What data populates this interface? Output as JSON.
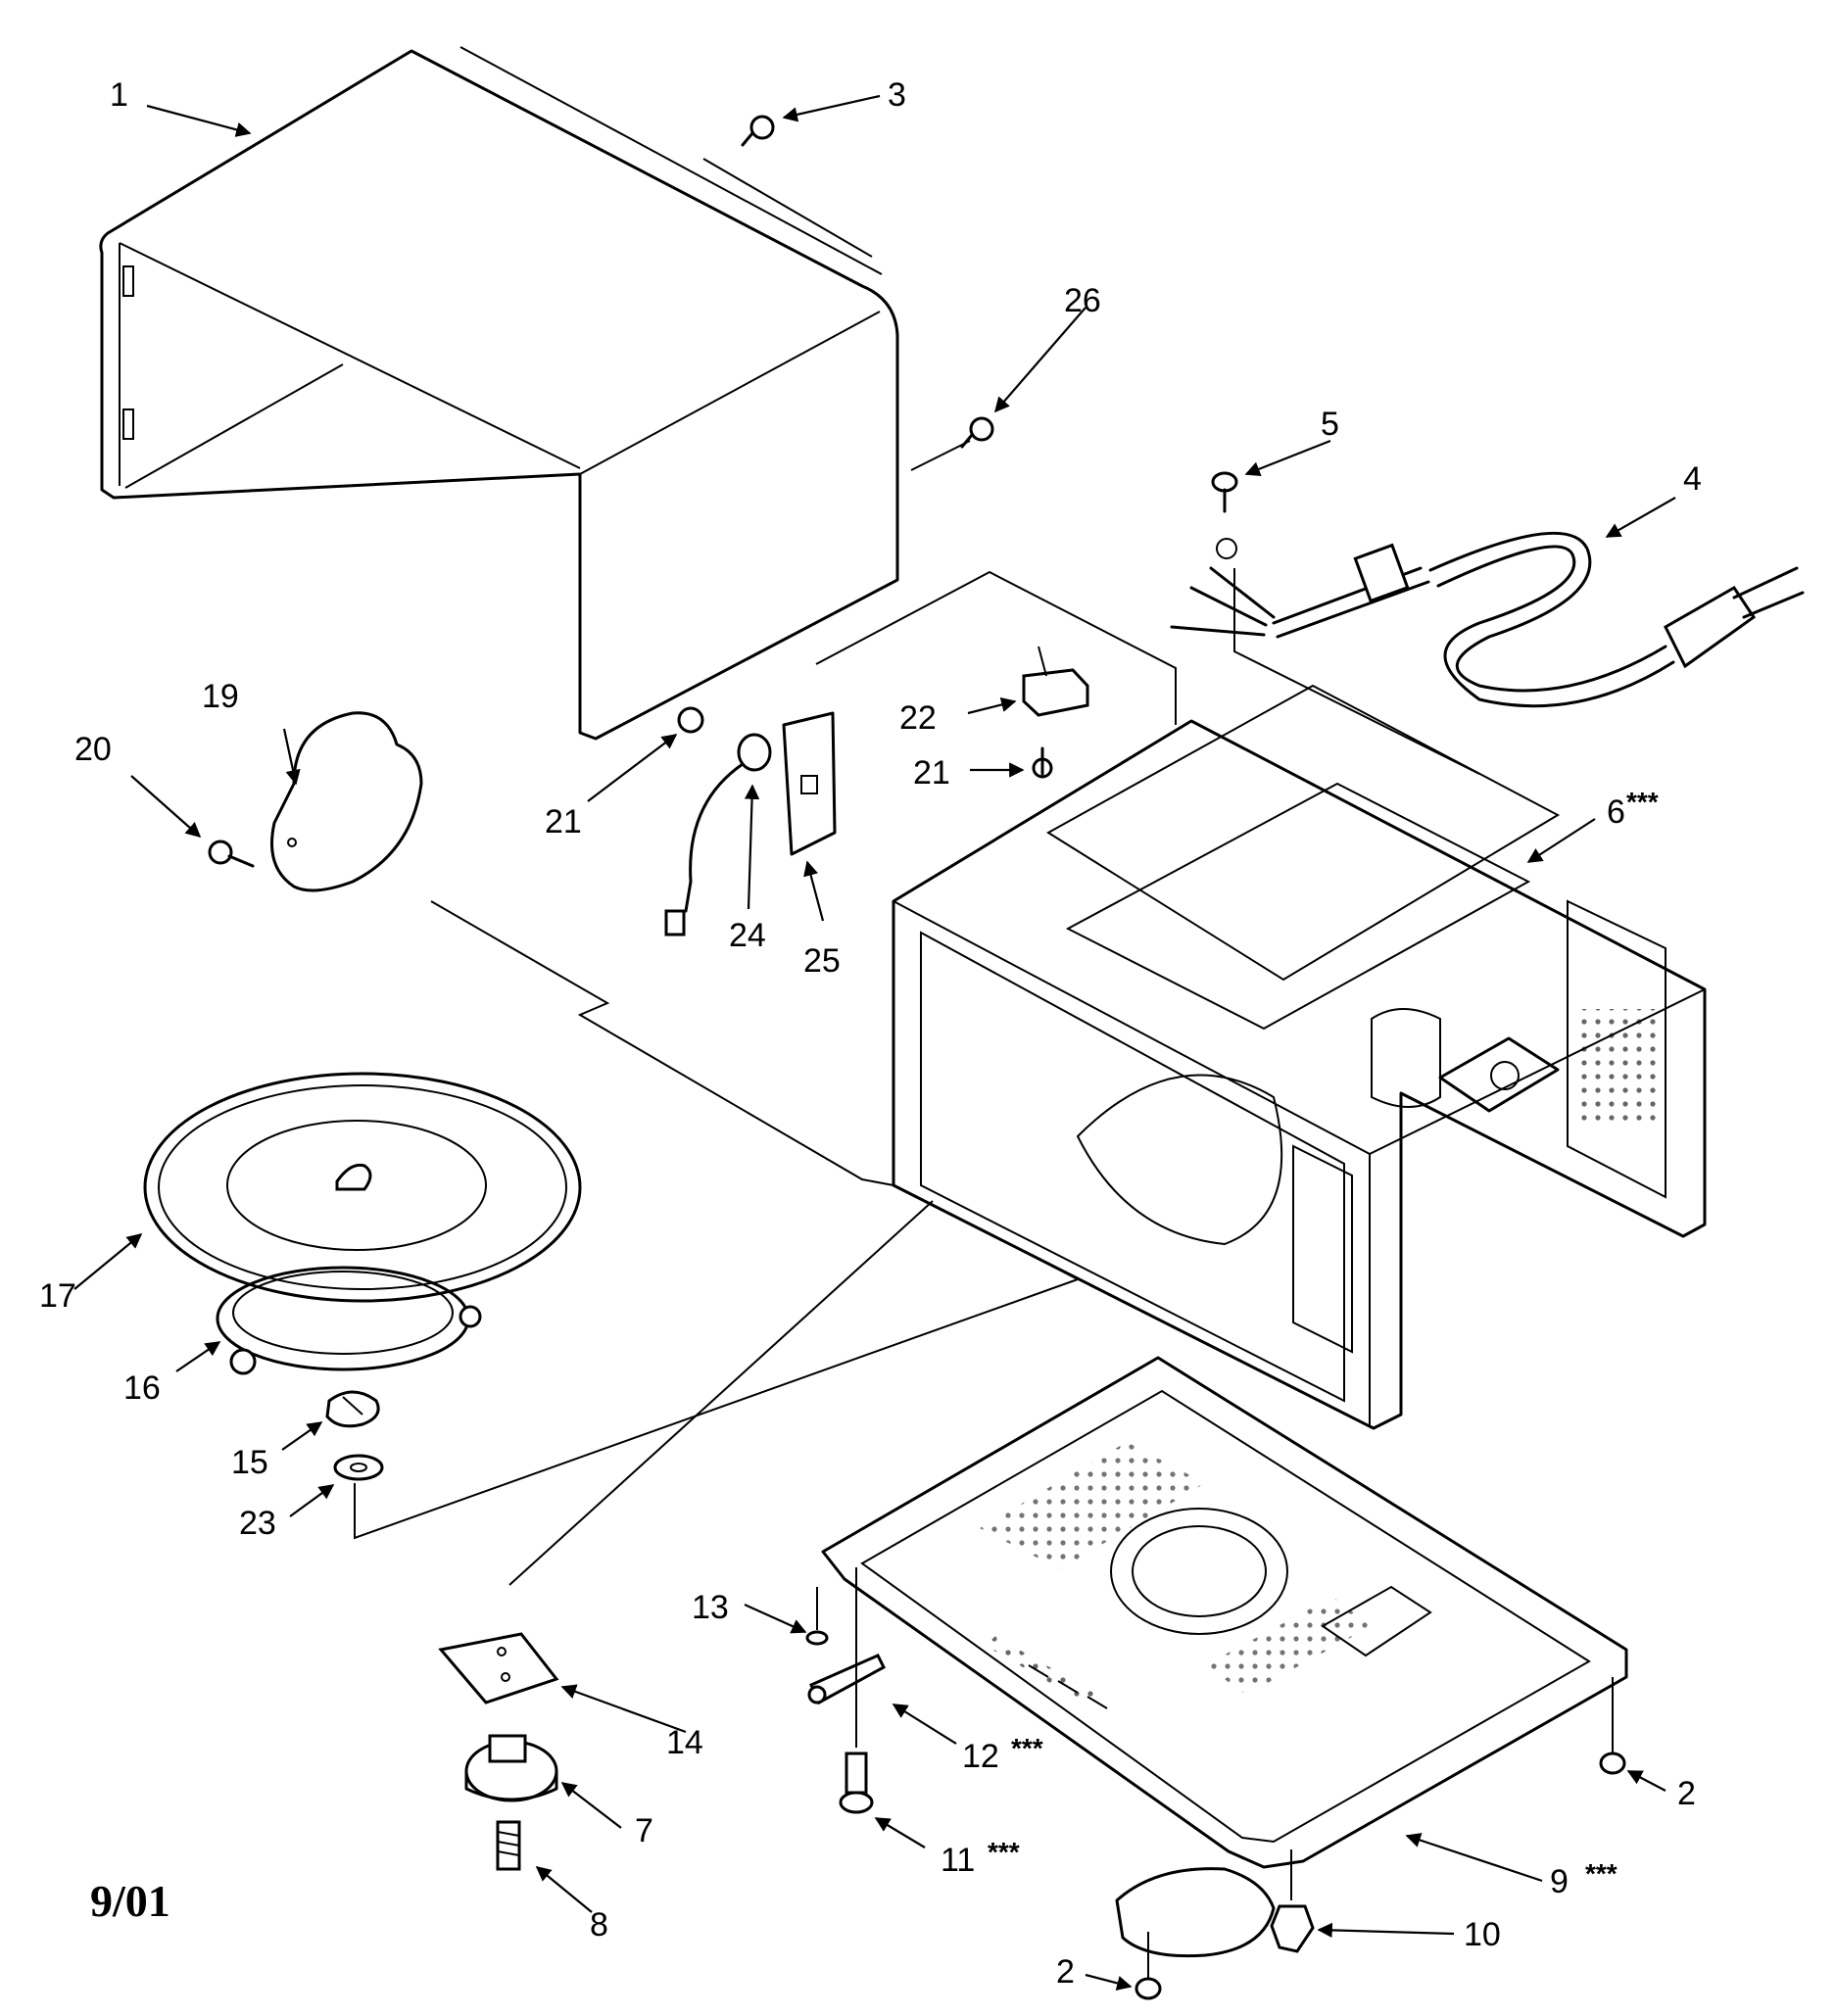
{
  "diagram": {
    "date_code": "9/01",
    "callouts": [
      {
        "id": "c1",
        "label": "1"
      },
      {
        "id": "c2a",
        "label": "2"
      },
      {
        "id": "c2b",
        "label": "2"
      },
      {
        "id": "c3",
        "label": "3"
      },
      {
        "id": "c4",
        "label": "4"
      },
      {
        "id": "c5",
        "label": "5"
      },
      {
        "id": "c6",
        "label": "6",
        "suffix": "***"
      },
      {
        "id": "c7",
        "label": "7"
      },
      {
        "id": "c8",
        "label": "8"
      },
      {
        "id": "c9",
        "label": "9",
        "suffix": "***"
      },
      {
        "id": "c10",
        "label": "10"
      },
      {
        "id": "c11",
        "label": "11",
        "suffix": "***"
      },
      {
        "id": "c12",
        "label": "12",
        "suffix": "***"
      },
      {
        "id": "c13",
        "label": "13"
      },
      {
        "id": "c14",
        "label": "14"
      },
      {
        "id": "c15",
        "label": "15"
      },
      {
        "id": "c16",
        "label": "16"
      },
      {
        "id": "c17",
        "label": "17"
      },
      {
        "id": "c19",
        "label": "19"
      },
      {
        "id": "c20",
        "label": "20"
      },
      {
        "id": "c21a",
        "label": "21"
      },
      {
        "id": "c21b",
        "label": "21"
      },
      {
        "id": "c22",
        "label": "22"
      },
      {
        "id": "c23",
        "label": "23"
      },
      {
        "id": "c24",
        "label": "24"
      },
      {
        "id": "c25",
        "label": "25"
      },
      {
        "id": "c26",
        "label": "26"
      }
    ]
  }
}
